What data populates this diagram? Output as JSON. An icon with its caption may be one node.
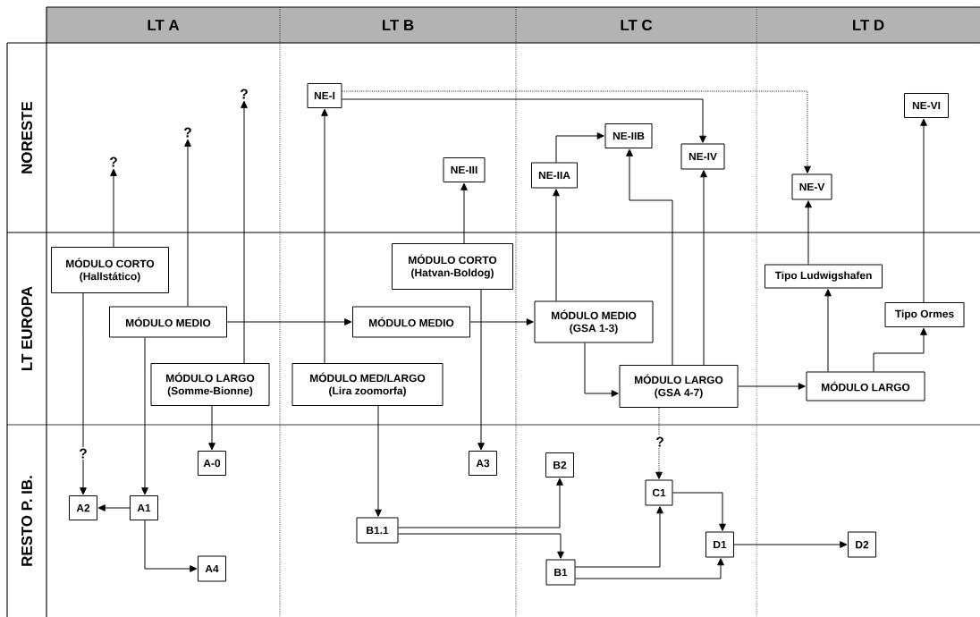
{
  "diagram": {
    "nodes": [
      {
        "text": [
          "LT A"
        ]
      },
      {
        "text": [
          "LT B"
        ]
      },
      {
        "text": [
          "LT C"
        ]
      },
      {
        "text": [
          "LT D"
        ]
      },
      {
        "text": [
          "NORESTE"
        ]
      },
      {
        "text": [
          "LT EUROPA"
        ]
      },
      {
        "text": [
          "RESTO P. IB."
        ]
      },
      {
        "text": [
          "?"
        ]
      },
      {
        "text": [
          "?"
        ]
      },
      {
        "text": [
          "?"
        ]
      },
      {
        "text": [
          "NE-I"
        ]
      },
      {
        "text": [
          "NE-III"
        ]
      },
      {
        "text": [
          "NE-IIA"
        ]
      },
      {
        "text": [
          "NE-IIB"
        ]
      },
      {
        "text": [
          "NE-IV"
        ]
      },
      {
        "text": [
          "NE-V"
        ]
      },
      {
        "text": [
          "NE-VI"
        ]
      },
      {
        "text": [
          "MÓDULO CORTO",
          "(Hallstático)"
        ]
      },
      {
        "text": [
          "MÓDULO MEDIO"
        ]
      },
      {
        "text": [
          "MÓDULO LARGO",
          "(Somme-Bionne)"
        ]
      },
      {
        "text": [
          "MÓDULO CORTO",
          "(Hatvan-Boldog)"
        ]
      },
      {
        "text": [
          "MÓDULO MEDIO"
        ]
      },
      {
        "text": [
          "MÓDULO MED/LARGO",
          "(Lira zoomorfa)"
        ]
      },
      {
        "text": [
          "MÓDULO MEDIO",
          "(GSA 1-3)"
        ]
      },
      {
        "text": [
          "MÓDULO LARGO",
          "(GSA 4-7)"
        ]
      },
      {
        "text": [
          "Tipo Ludwigshafen"
        ]
      },
      {
        "text": [
          "Tipo Ormes"
        ]
      },
      {
        "text": [
          "MÓDULO LARGO"
        ]
      },
      {
        "text": [
          "?"
        ]
      },
      {
        "text": [
          "A-0"
        ]
      },
      {
        "text": [
          "A3"
        ]
      },
      {
        "text": [
          "A2"
        ]
      },
      {
        "text": [
          "A1"
        ]
      },
      {
        "text": [
          "A4"
        ]
      },
      {
        "text": [
          "B1.1"
        ]
      },
      {
        "text": [
          "B2"
        ]
      },
      {
        "text": [
          "?"
        ]
      },
      {
        "text": [
          "C1"
        ]
      },
      {
        "text": [
          "B1"
        ]
      },
      {
        "text": [
          "D1"
        ]
      },
      {
        "text": [
          "D2"
        ]
      }
    ],
    "edges": [
      {
        "from": 17,
        "to": 7,
        "arrow": "to"
      },
      {
        "from": 18,
        "to": 8,
        "arrow": "to"
      },
      {
        "from": 19,
        "to": 9,
        "arrow": "to"
      },
      {
        "from": 22,
        "to": 10,
        "arrow": "to"
      },
      {
        "from": 20,
        "to": 11,
        "arrow": "to"
      },
      {
        "from": 10,
        "to": 14,
        "arrow": "to"
      },
      {
        "from": 10,
        "to": 15,
        "arrow": "to",
        "style": "dashed"
      },
      {
        "from": 18,
        "to": 21,
        "arrow": "to"
      },
      {
        "from": 21,
        "to": 23,
        "arrow": "to"
      },
      {
        "from": 23,
        "to": 12,
        "arrow": "to"
      },
      {
        "from": 12,
        "to": 13,
        "arrow": "to"
      },
      {
        "from": 24,
        "to": 13,
        "arrow": "to"
      },
      {
        "from": 24,
        "to": 14,
        "arrow": "to"
      },
      {
        "from": 23,
        "to": 24,
        "arrow": "to"
      },
      {
        "from": 24,
        "to": 27,
        "arrow": "to"
      },
      {
        "from": 27,
        "to": 25,
        "arrow": "to"
      },
      {
        "from": 25,
        "to": 15,
        "arrow": "to"
      },
      {
        "from": 27,
        "to": 26,
        "arrow": "to"
      },
      {
        "from": 26,
        "to": 16,
        "arrow": "to"
      },
      {
        "from": 17,
        "to": 28,
        "arrow": "none"
      },
      {
        "from": 28,
        "to": 31,
        "arrow": "to"
      },
      {
        "from": 18,
        "to": 32,
        "arrow": "to"
      },
      {
        "from": 19,
        "to": 29,
        "arrow": "to"
      },
      {
        "from": 20,
        "to": 30,
        "arrow": "to"
      },
      {
        "from": 22,
        "to": 34,
        "arrow": "to"
      },
      {
        "from": 32,
        "to": 31,
        "arrow": "to"
      },
      {
        "from": 32,
        "to": 33,
        "arrow": "to"
      },
      {
        "from": 34,
        "to": 35,
        "arrow": "to"
      },
      {
        "from": 34,
        "to": 38,
        "arrow": "to"
      },
      {
        "from": 38,
        "to": 37,
        "arrow": "to"
      },
      {
        "from": 38,
        "to": 39,
        "arrow": "to"
      },
      {
        "from": 37,
        "to": 39,
        "arrow": "to"
      },
      {
        "from": 39,
        "to": 40,
        "arrow": "to"
      },
      {
        "from": 24,
        "to": 36,
        "arrow": "none",
        "style": "dashed"
      },
      {
        "from": 36,
        "to": 37,
        "arrow": "to",
        "style": "dashed"
      }
    ]
  }
}
